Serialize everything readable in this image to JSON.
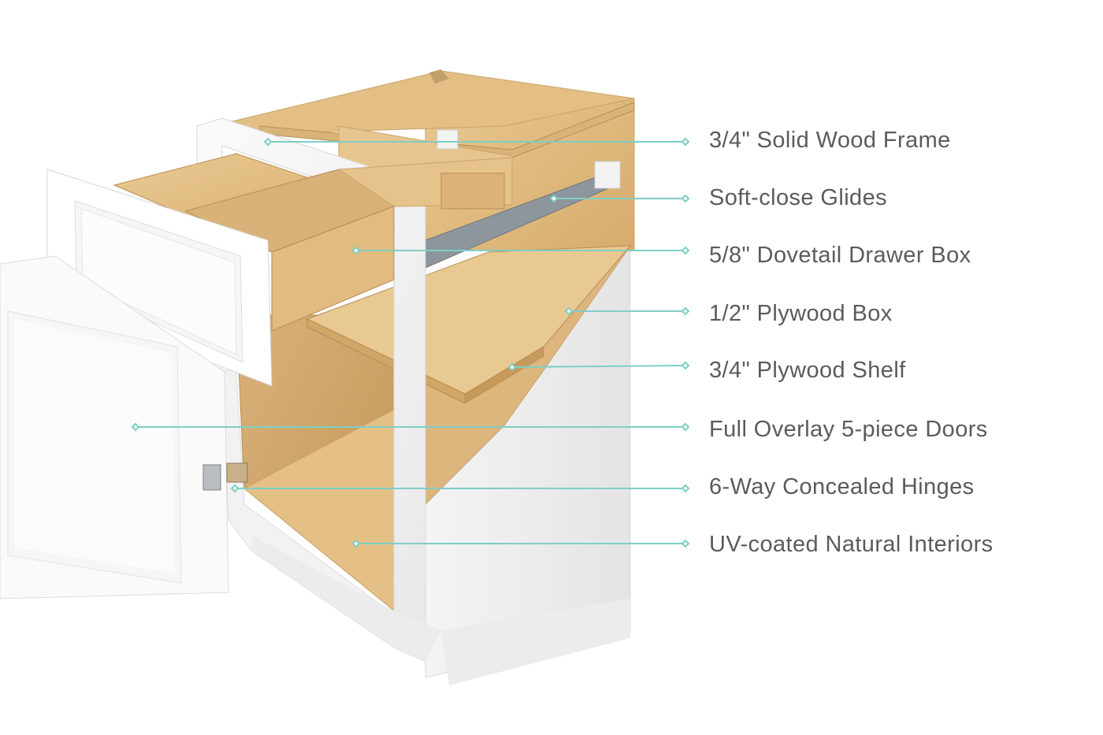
{
  "diagram": {
    "accent_color": "#7ecfc4",
    "callouts": [
      {
        "id": "frame",
        "label": "3/4\" Solid Wood Frame"
      },
      {
        "id": "glides",
        "label": "Soft-close Glides"
      },
      {
        "id": "drawer",
        "label": "5/8\" Dovetail Drawer Box"
      },
      {
        "id": "box",
        "label": "1/2\" Plywood Box"
      },
      {
        "id": "shelf",
        "label": "3/4\" Plywood Shelf"
      },
      {
        "id": "doors",
        "label": "Full Overlay 5-piece Doors"
      },
      {
        "id": "hinges",
        "label": "6-Way Concealed Hinges"
      },
      {
        "id": "interiors",
        "label": "UV-coated Natural Interiors"
      }
    ]
  }
}
